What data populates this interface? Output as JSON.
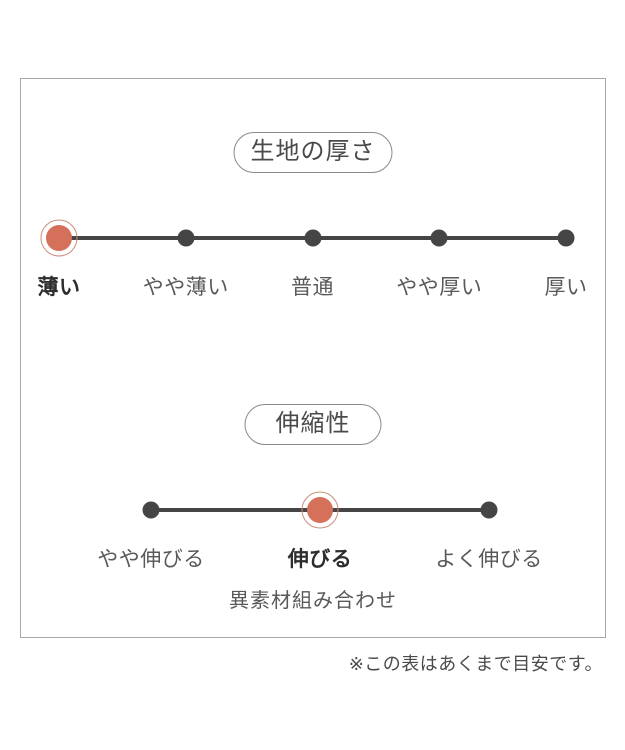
{
  "note": "※この表はあくまで目安です。",
  "colors": {
    "accent_dot": "#d5705b",
    "accent_ring": "#c98f7b",
    "track_and_dots": "#454545",
    "panel_border": "#a8a8a8",
    "label_text": "#595959",
    "selected_label_text": "#2d2d2d"
  },
  "chart_data": [
    {
      "type": "scale",
      "title": "生地の厚さ",
      "categories": [
        "薄い",
        "やや薄い",
        "普通",
        "やや厚い",
        "厚い"
      ],
      "selected": "薄い",
      "selected_index": 0
    },
    {
      "type": "scale",
      "title": "伸縮性",
      "categories": [
        "やや伸びる",
        "伸びる",
        "よく伸びる"
      ],
      "selected": "伸びる",
      "selected_index": 1,
      "annotation": "異素材組み合わせ"
    }
  ]
}
